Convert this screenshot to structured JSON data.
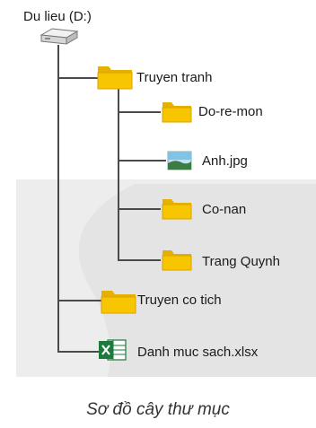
{
  "tree": {
    "root": {
      "label": "Du lieu (D:)",
      "icon": "drive-icon"
    },
    "nodes": [
      {
        "label": "Truyen tranh",
        "icon": "folder-icon"
      },
      {
        "label": "Do-re-mon",
        "icon": "folder-icon"
      },
      {
        "label": "Anh.jpg",
        "icon": "image-file-icon"
      },
      {
        "label": "Co-nan",
        "icon": "folder-icon"
      },
      {
        "label": "Trang Quynh",
        "icon": "folder-icon"
      },
      {
        "label": "Truyen co tich",
        "icon": "folder-icon"
      },
      {
        "label": "Danh muc sach.xlsx",
        "icon": "excel-file-icon"
      }
    ]
  },
  "caption": "Sơ đồ cây thư mục",
  "colors": {
    "folder_fill": "#f7c600",
    "folder_tab": "#e6b000",
    "line": "#4a4a4a",
    "background_shape": "#ececec",
    "excel_green": "#1d7a3c"
  }
}
